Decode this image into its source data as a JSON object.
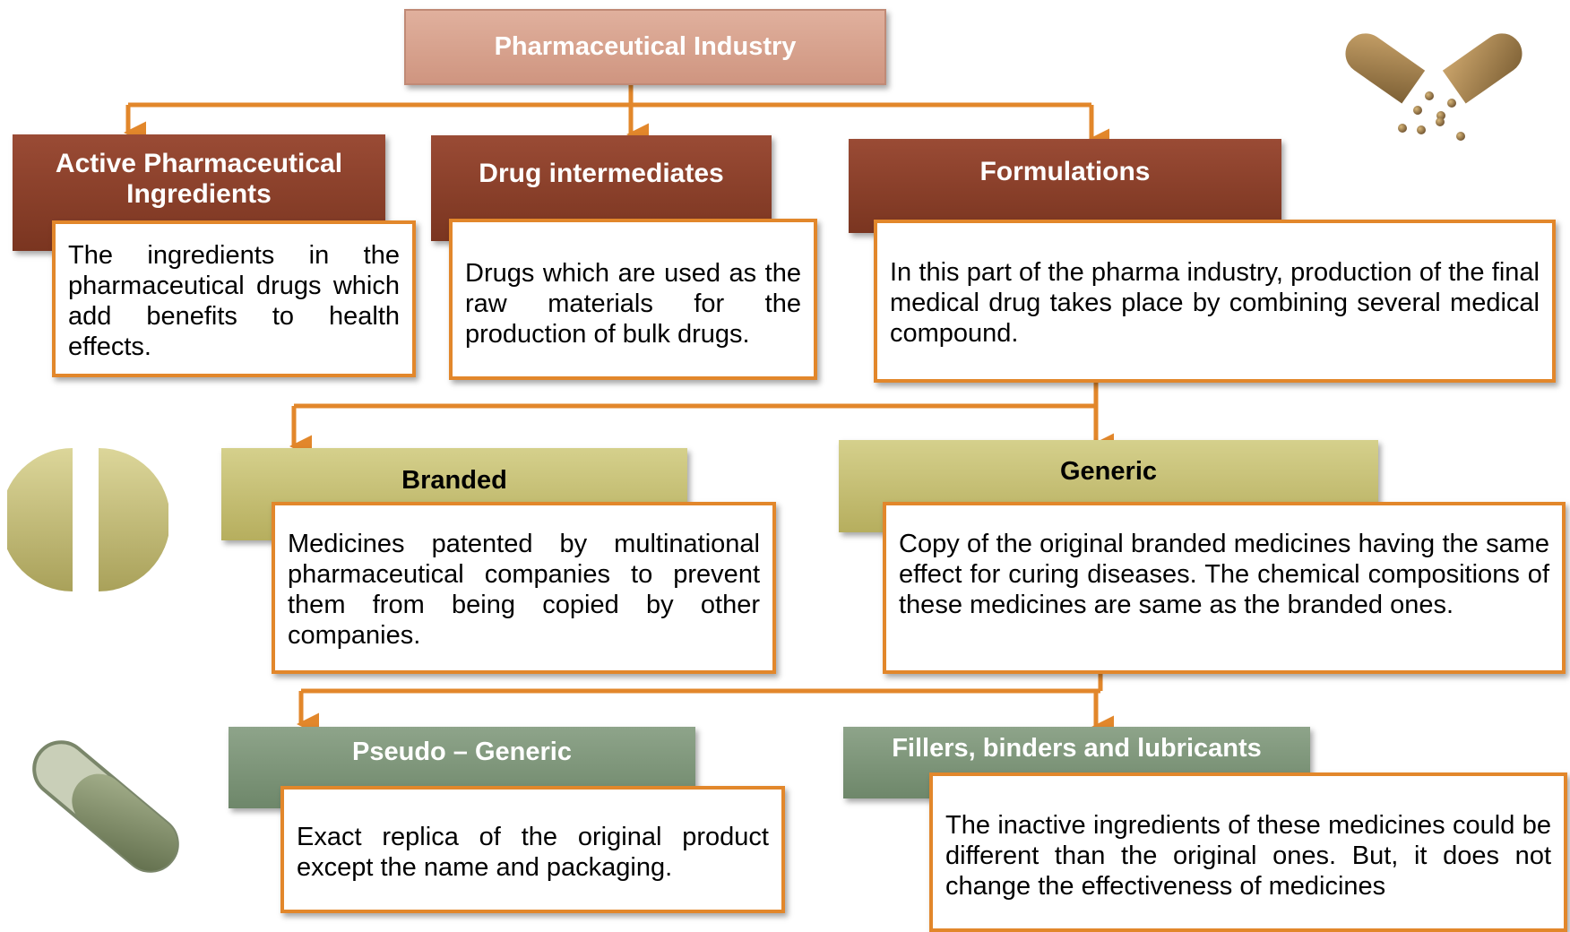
{
  "colors": {
    "top_fill": "#d9a28d",
    "brown_fill": "#8a4029",
    "olive_fill": "#c6c076",
    "green_fill": "#7d957a",
    "connector": "#e2872b",
    "box_border": "#e2872b"
  },
  "root": {
    "title": "Pharmaceutical Industry"
  },
  "level1": [
    {
      "title": "Active Pharmaceutical Ingredients",
      "description": "The ingredients in the pharmaceutical drugs which add benefits to health effects."
    },
    {
      "title": "Drug intermediates",
      "description": "Drugs which are used as the raw materials for the production of bulk drugs."
    },
    {
      "title": "Formulations",
      "description": "In this part of the pharma industry, production of the final medical drug takes place by combining several medical compound."
    }
  ],
  "level2": [
    {
      "title": "Branded",
      "description": "Medicines patented by multinational pharmaceutical companies to prevent them from being copied by other companies."
    },
    {
      "title": "Generic",
      "description": "Copy of the original branded medicines having the same effect for curing diseases. The chemical compositions of these medicines are same as the branded ones."
    }
  ],
  "level3": [
    {
      "title": "Pseudo – Generic",
      "description": "Exact replica of the original product except the name and packaging."
    },
    {
      "title": "Fillers, binders and lubricants",
      "description": "The inactive ingredients of these medicines could be different than the original ones. But, it does not change the effectiveness of medicines"
    }
  ],
  "decorations": [
    "open-capsule-icon",
    "split-tablet-icon",
    "capsule-pill-icon"
  ]
}
